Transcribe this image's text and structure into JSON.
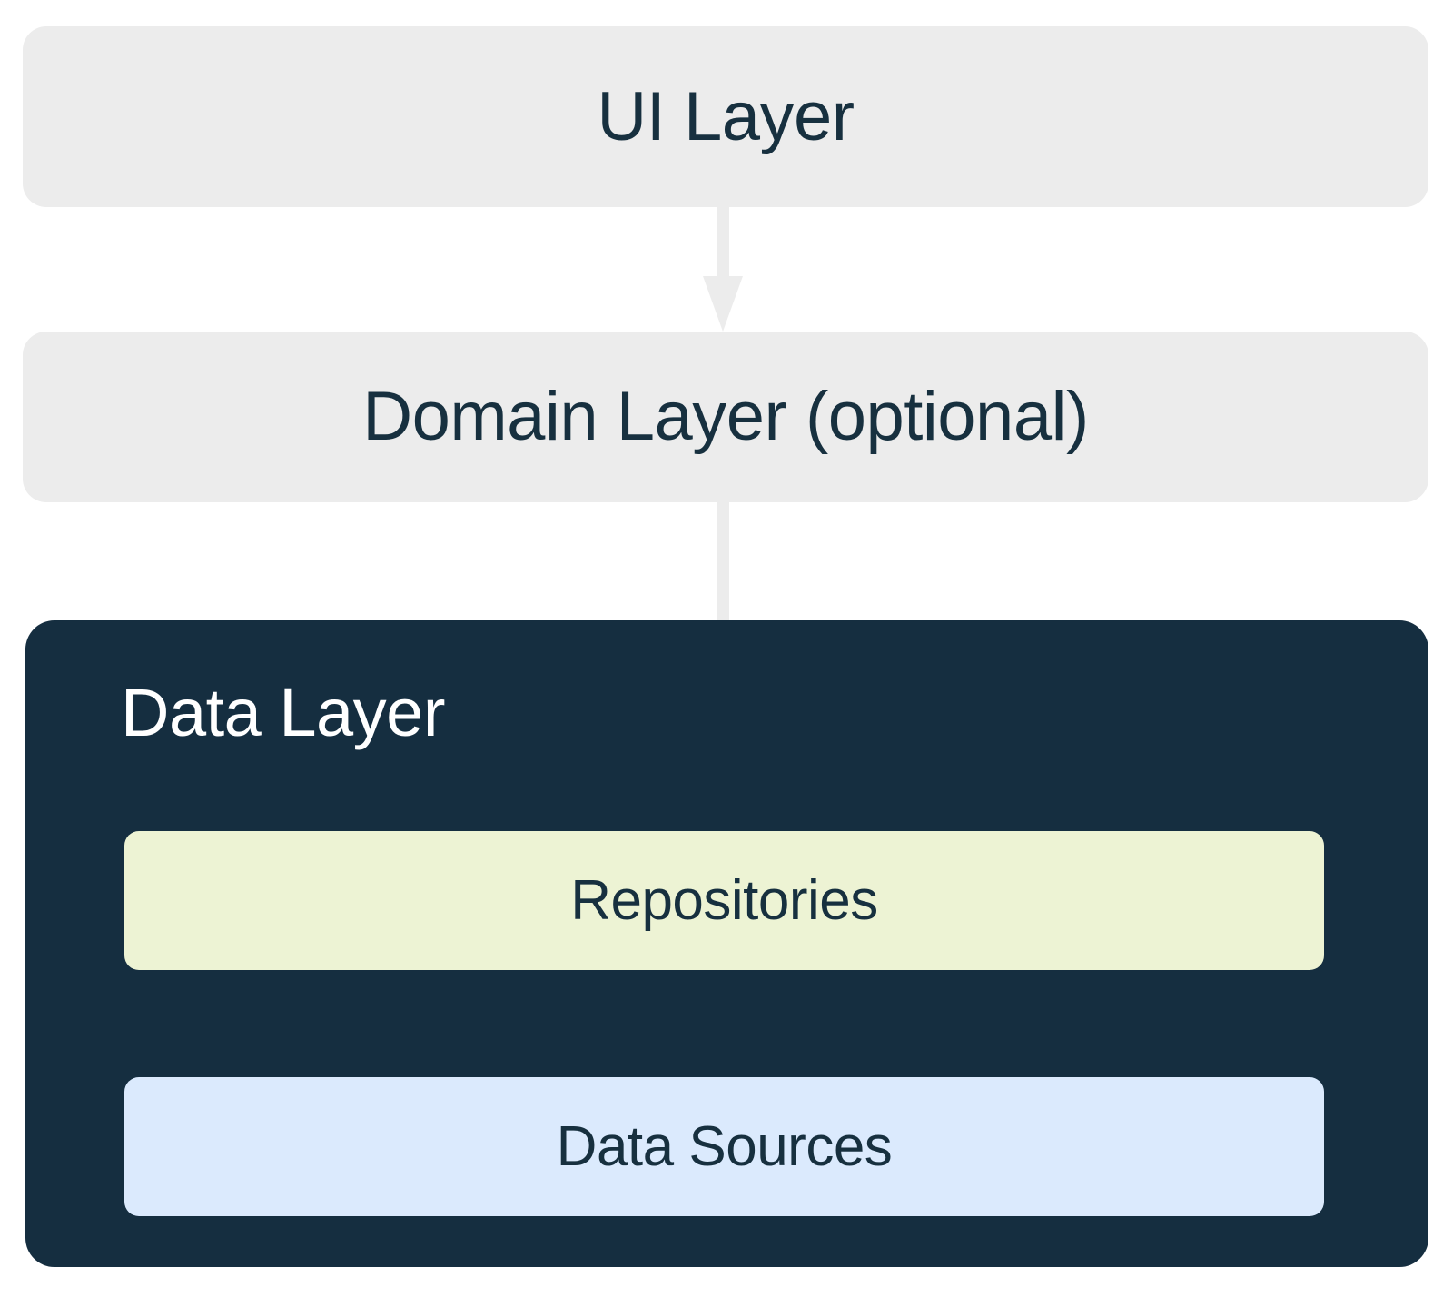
{
  "diagram": {
    "title": "Android app architecture layers",
    "background_color": "#ffffff",
    "nodes": [
      {
        "id": "ui-layer",
        "label": "UI Layer",
        "fill": "#ececec",
        "text_color": "#17303f"
      },
      {
        "id": "domain-layer",
        "label": "Domain Layer (optional)",
        "fill": "#ececec",
        "text_color": "#17303f"
      },
      {
        "id": "data-layer",
        "label": "Data Layer",
        "fill": "#152e40",
        "text_color": "#ffffff"
      },
      {
        "id": "repositories",
        "label": "Repositories",
        "fill": "#edf3d4",
        "text_color": "#17303f"
      },
      {
        "id": "data-sources",
        "label": "Data Sources",
        "fill": "#dbeafd",
        "text_color": "#17303f"
      }
    ],
    "edges": [
      {
        "id": "ui-to-domain",
        "from": "ui-layer",
        "to": "domain-layer",
        "color": "#ececec",
        "direction": "down"
      },
      {
        "id": "domain-to-repositories",
        "from": "domain-layer",
        "to": "repositories",
        "color": "#ececec",
        "direction": "down"
      },
      {
        "id": "repositories-to-data-sources",
        "from": "repositories",
        "to": "data-sources",
        "color": "#ffffff",
        "direction": "down"
      }
    ]
  }
}
